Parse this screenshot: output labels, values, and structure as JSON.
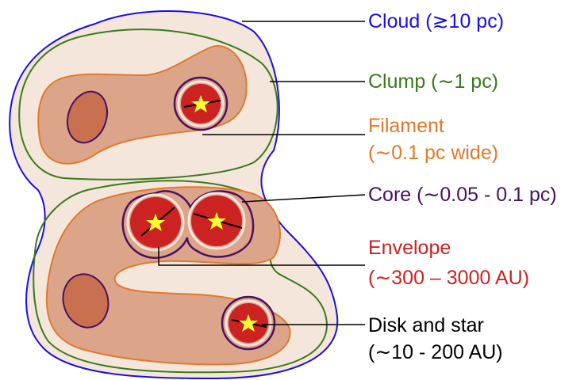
{
  "colors": {
    "cloud": "#1a0fe0",
    "clump": "#3a7a1a",
    "filament": "#e07a2a",
    "core": "#4a1060",
    "envelope": "#cc2222",
    "disk": "#000000",
    "cloud_fill": "#f5e6dc",
    "filament_fill": "#dca58a",
    "blob_fill": "#c87050",
    "star": "#ffff33"
  },
  "labels": {
    "cloud": "Cloud (≳10 pc)",
    "clump": "Clump (∼1 pc)",
    "filament_line1": "Filament",
    "filament_line2": "(∼0.1 pc wide)",
    "core": "Core (∼0.05 - 0.1 pc)",
    "envelope_line1": "Envelope",
    "envelope_line2": "(∼300 – 3000 AU)",
    "disk_line1": "Disk and star",
    "disk_line2": "(∼10 - 200 AU)"
  }
}
